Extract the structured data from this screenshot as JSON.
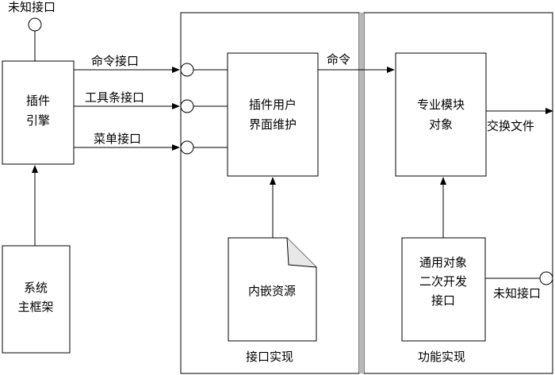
{
  "labels": {
    "unknown_interface_top": "未知接口",
    "plugin_engine_line1": "插件",
    "plugin_engine_line2": "引擎",
    "command_interface": "命令接口",
    "toolbar_interface": "工具条接口",
    "menu_interface": "菜单接口",
    "system_frame_line1": "系统",
    "system_frame_line2": "主框架",
    "plugin_ui_line1": "插件用户",
    "plugin_ui_line2": "界面维护",
    "embedded_resources": "内嵌资源",
    "interface_impl": "接口实现",
    "command": "命令",
    "pro_module_line1": "专业模块",
    "pro_module_line2": "对象",
    "exchange_file": "交换文件",
    "common_obj_line1": "通用对象",
    "common_obj_line2": "二次开发",
    "common_obj_line3": "接口",
    "unknown_interface_right": "未知接口",
    "function_impl": "功能实现"
  }
}
